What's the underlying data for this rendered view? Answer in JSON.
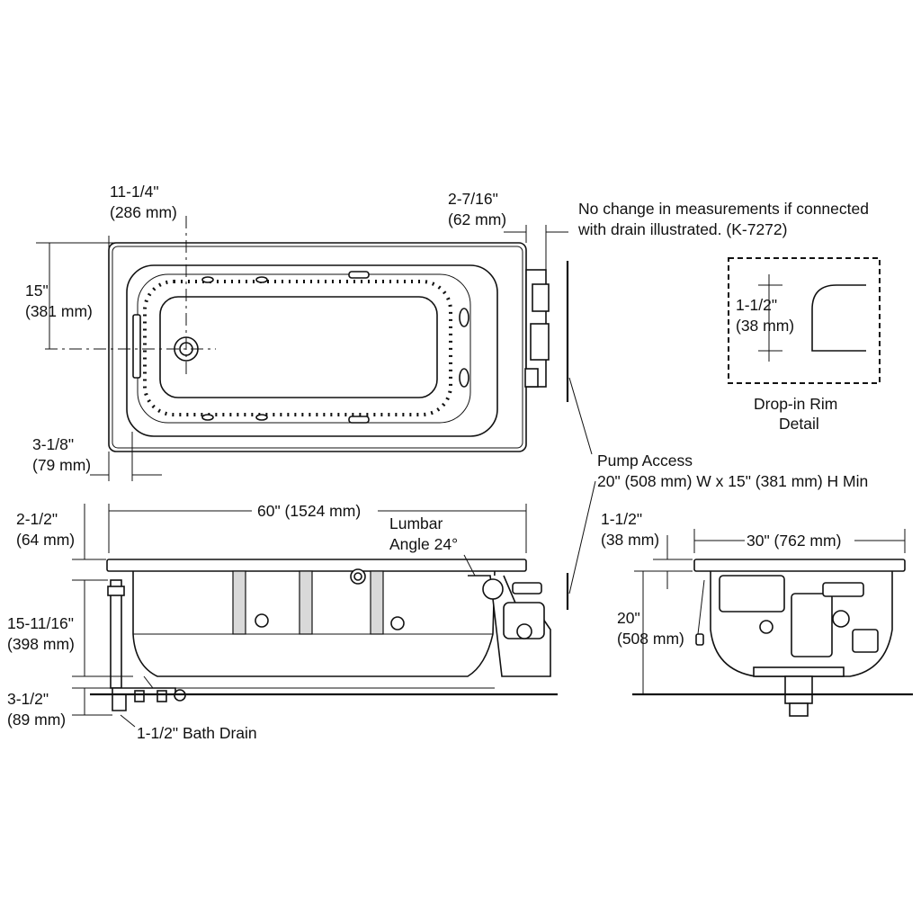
{
  "top_view": {
    "drain_offset": "11-1/4\"",
    "drain_offset_mm": "(286 mm)",
    "pump_offset": "2-7/16\"",
    "pump_offset_mm": "(62 mm)",
    "drain_height": "15\"",
    "drain_height_mm": "(381 mm)",
    "rim_offset": "3-1/8\"",
    "rim_offset_mm": "(79 mm)"
  },
  "note": {
    "line1": "No change in measurements if connected",
    "line2": "with drain illustrated. (K-7272)"
  },
  "rim_detail": {
    "dim": "1-1/2\"",
    "dim_mm": "(38 mm)",
    "caption_line1": "Drop-in Rim",
    "caption_line2": "Detail"
  },
  "pump_access": {
    "line1": "Pump Access",
    "line2": "20\" (508 mm) W x 15\" (381 mm) H Min"
  },
  "side_view": {
    "length": "60\" (1524 mm)",
    "lumbar_line1": "Lumbar",
    "lumbar_line2": "Angle 24°",
    "rim_height": "2-1/2\"",
    "rim_height_mm": "(64 mm)",
    "depth": "15-11/16\"",
    "depth_mm": "(398 mm)",
    "drain_depth": "3-1/2\"",
    "drain_depth_mm": "(89 mm)",
    "bath_drain": "1-1/2\" Bath Drain"
  },
  "end_view": {
    "rim": "1-1/2\"",
    "rim_mm": "(38 mm)",
    "width": "30\" (762 mm)",
    "height": "20\"",
    "height_mm": "(508 mm)"
  }
}
